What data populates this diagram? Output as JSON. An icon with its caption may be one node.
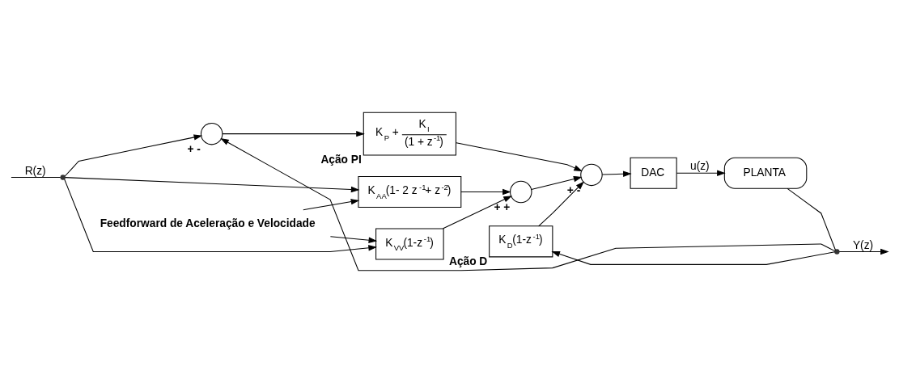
{
  "diagram": {
    "nodes": [
      {
        "text": [],
        "shape": "dot"
      },
      {
        "text": [],
        "shape": "circle",
        "beside": [
          "+",
          "-"
        ]
      },
      {
        "text": [
          "K$_{AA}$(1- 2 z$^{-1}$+ z$^{-2}$)"
        ]
      },
      {
        "text": [
          "K$_{VV}$(1-z$^{-1}$)"
        ]
      },
      {
        "text": [
          "K$_{P}$ +",
          "K$_{I}$",
          "(1 + z$^{-1}$)"
        ],
        "beside": [
          "Ação PI"
        ]
      },
      {
        "text": [],
        "shape": "circle",
        "beside": [
          "+",
          "+"
        ]
      },
      {
        "text": [],
        "shape": "circle",
        "beside": [
          "+",
          "-"
        ]
      },
      {
        "text": [
          "DAC"
        ]
      },
      {
        "text": [
          "PLANTA"
        ]
      },
      {
        "text": [],
        "shape": "dot"
      },
      {
        "text": [
          "K$_{D}$(1-z$^{-1}$)"
        ],
        "beside": [
          "Ação D"
        ]
      },
      {
        "text": [
          "Feedforward de Aceleração e Velocidade"
        ]
      }
    ],
    "edges": [
      {
        "from": null,
        "to": 0,
        "arrow": "none",
        "label": "R(z)"
      },
      {
        "from": 0,
        "to": 1,
        "arrow": "to"
      },
      {
        "from": 0,
        "to": 2,
        "arrow": "to"
      },
      {
        "from": 0,
        "to": 3,
        "arrow": "to"
      },
      {
        "from": 1,
        "to": 4,
        "arrow": "to"
      },
      {
        "from": 2,
        "to": 5,
        "arrow": "to"
      },
      {
        "from": 3,
        "to": 5,
        "arrow": "to"
      },
      {
        "from": 4,
        "to": 6,
        "arrow": "to"
      },
      {
        "from": 5,
        "to": 6,
        "arrow": "to"
      },
      {
        "from": 6,
        "to": 7,
        "arrow": "to"
      },
      {
        "from": 7,
        "to": 8,
        "arrow": "to",
        "label": "u(z)"
      },
      {
        "from": 8,
        "to": 9,
        "arrow": "none"
      },
      {
        "from": 9,
        "to": null,
        "arrow": "to",
        "label": "Y(z)"
      },
      {
        "from": 9,
        "to": 1,
        "arrow": "to"
      },
      {
        "from": 9,
        "to": 10,
        "arrow": "to"
      },
      {
        "from": 10,
        "to": 6,
        "arrow": "to"
      },
      {
        "from": 11,
        "to": 2,
        "arrow": "to"
      },
      {
        "from": 11,
        "to": 3,
        "arrow": "to"
      }
    ]
  }
}
